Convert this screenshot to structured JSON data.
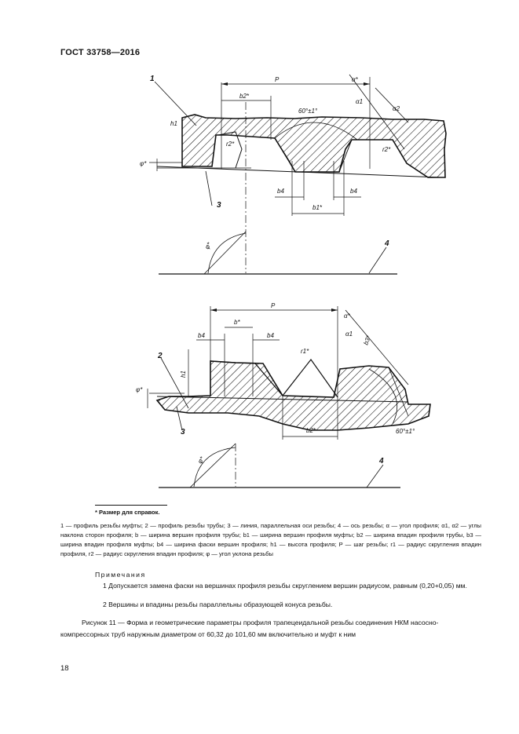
{
  "header": {
    "standard": "ГОСТ 33758—2016"
  },
  "figure_top": {
    "labels": {
      "leader1": "1",
      "leader3": "3",
      "leader4": "4",
      "P": "P",
      "b2": "b2*",
      "alpha": "α*",
      "angle": "60°±1°",
      "a1": "α1",
      "a2": "α2",
      "h1": "h1",
      "r2a": "r2*",
      "r2b": "r2*",
      "phi_star": "φ*",
      "b4a": "b4",
      "b4b": "b4",
      "b1": "b1*",
      "phi_angle": "φ*"
    }
  },
  "figure_bottom": {
    "labels": {
      "P": "P",
      "b": "b*",
      "alpha": "α*",
      "b4a": "b4",
      "b4b": "b4",
      "a1": "α1",
      "r1": "r1*",
      "b3": "b3*",
      "leader2": "2",
      "h1": "h1",
      "phi_star": "φ*",
      "leader3": "3",
      "b2": "b2*",
      "angle": "60°±1°",
      "phi_angle": "φ*",
      "leader4": "4"
    }
  },
  "footnote": "* Размер для справок.",
  "legend": "1 — профиль резьбы муфты; 2 — профиль резьбы трубы; 3 — линия, параллельная оси резьбы; 4 — ось резьбы; α — угол профиля; α1, α2 — углы наклона сторон профиля; b — ширина вершин профиля трубы; b1 — ширина вершин профиля муфты; b2 — ширина впадин профиля трубы, b3 — ширина впадин профиля муфты; b4 — ширина фаски вершин профиля; h1 — высота профиля; P — шаг резьбы; r1 — радиус скругления впадин профиля, r2 — радиус скругления впадин профиля; φ — угол уклона резьбы",
  "notes": {
    "title": "Примечания",
    "note1": "1 Допускается замена фаски на вершинах профиля резьбы скруглением вершин радиусом, равным (0,20+0,05) мм.",
    "note2": "2 Вершины и впадины резьбы параллельны образующей конуса резьбы."
  },
  "caption": "Рисунок 11 — Форма и геометрические параметры профиля трапецеидальной резьбы соединения НКМ насосно-компрессорных труб наружным диаметром от 60,32 до 101,60 мм включительно и муфт к ним",
  "page_number": "18"
}
